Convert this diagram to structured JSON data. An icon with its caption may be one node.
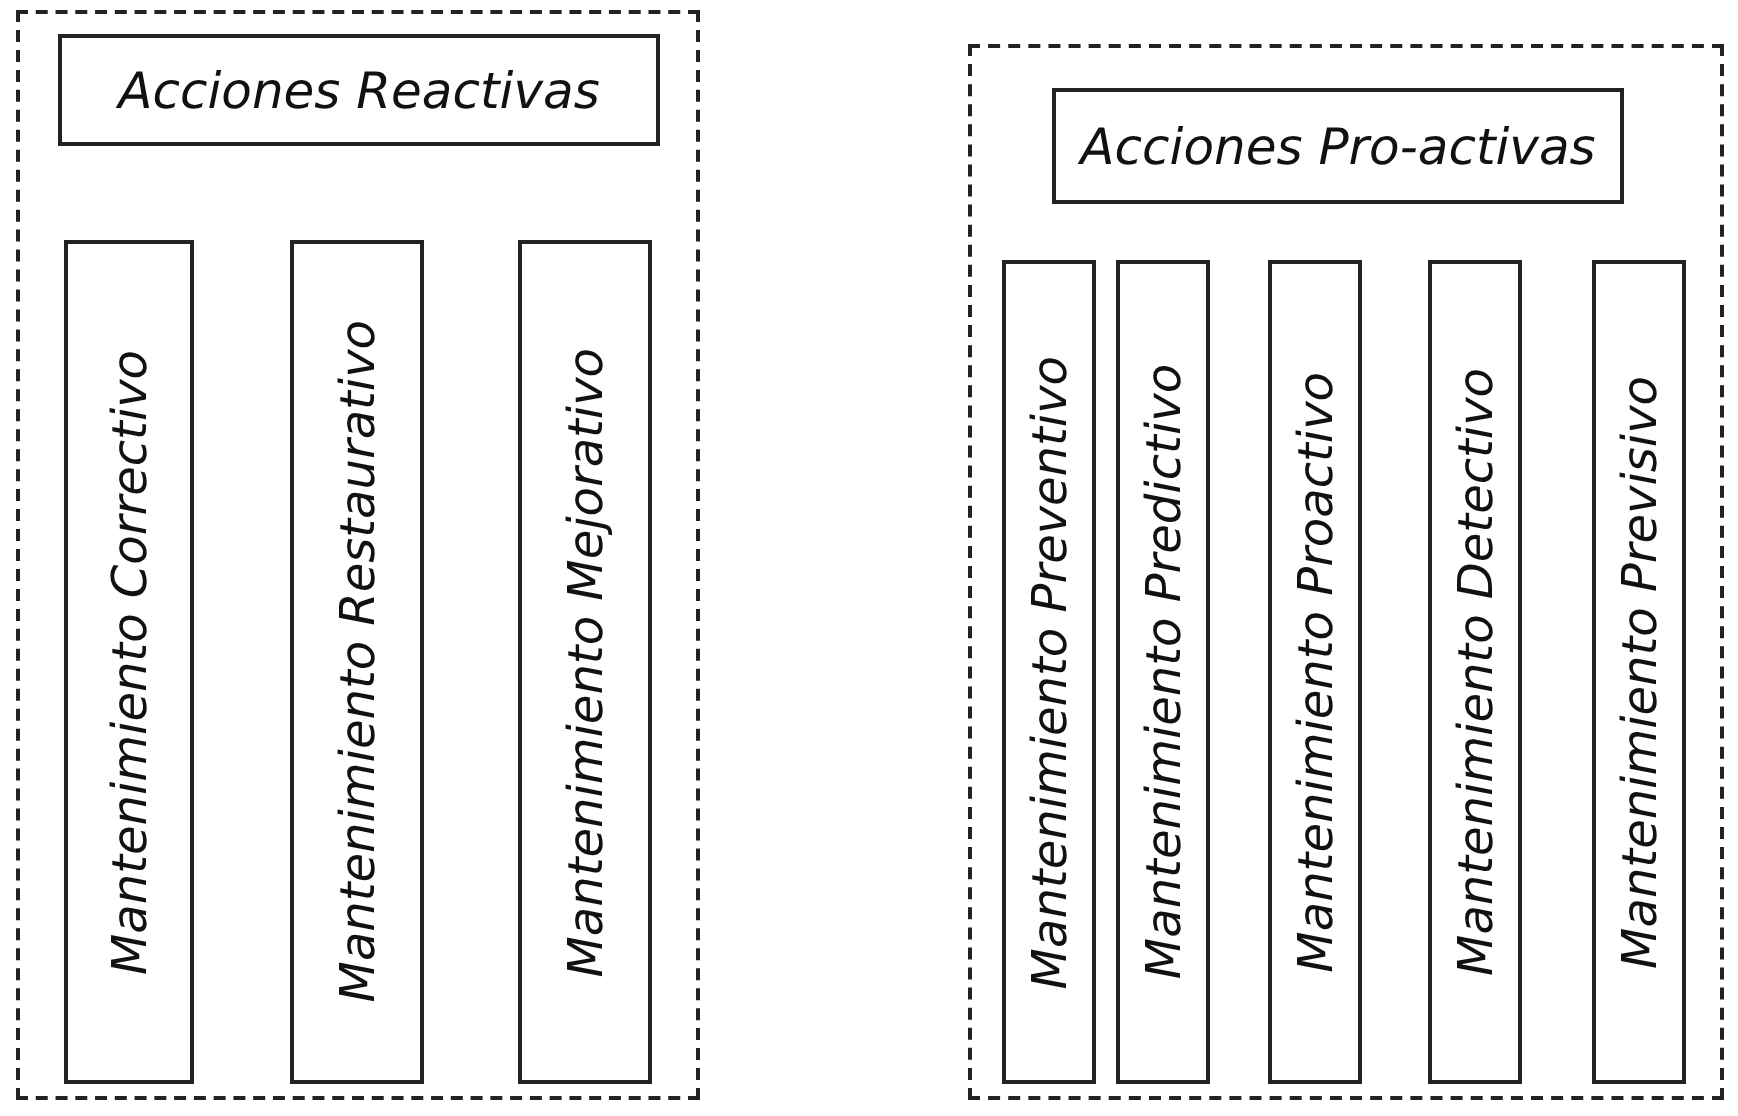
{
  "diagram": {
    "nodes": [
      {
        "text": [],
        "shape": "box"
      },
      {
        "text": [
          "Acciones Reactivas"
        ],
        "in": 0
      },
      {
        "text": [
          "Mantenimiento Correctivo"
        ],
        "in": 0
      },
      {
        "text": [
          "Mantenimiento Restaurativo"
        ],
        "in": 0
      },
      {
        "text": [
          "Mantenimiento Mejorativo"
        ],
        "in": 0
      },
      {
        "text": [],
        "shape": "box"
      },
      {
        "text": [
          "Acciones Pro-activas"
        ],
        "in": 5
      },
      {
        "text": [
          "Mantenimiento Preventivo"
        ],
        "in": 5
      },
      {
        "text": [
          "Mantenimiento Predictivo"
        ],
        "in": 5
      },
      {
        "text": [
          "Mantenimiento Proactivo"
        ],
        "in": 5
      },
      {
        "text": [
          "Mantenimiento Detectivo"
        ],
        "in": 5
      },
      {
        "text": [
          "Mantenimiento Previsivo"
        ],
        "in": 5
      }
    ]
  }
}
